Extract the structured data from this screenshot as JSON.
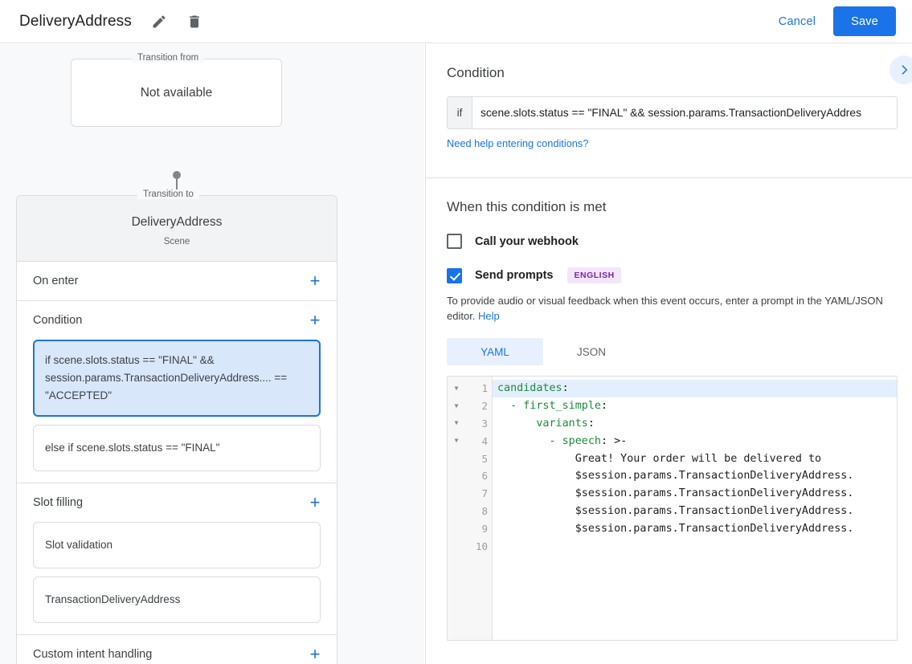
{
  "topbar": {
    "title": "DeliveryAddress",
    "edit_icon": "pencil-icon",
    "delete_icon": "trash-icon",
    "cancel_label": "Cancel",
    "save_label": "Save",
    "accent_color": "#1a73e8"
  },
  "left": {
    "transition_from": {
      "legend": "Transition from",
      "value": "Not available"
    },
    "transition_to": {
      "legend": "Transition to",
      "title": "DeliveryAddress",
      "subtitle": "Scene"
    },
    "sections": [
      {
        "title": "On enter",
        "add_label": "+",
        "items": []
      },
      {
        "title": "Condition",
        "add_label": "+",
        "items": [
          {
            "text": "if scene.slots.status == \"FINAL\" && session.params.TransactionDeliveryAddress.... == \"ACCEPTED\"",
            "selected": true
          },
          {
            "text": "else if scene.slots.status == \"FINAL\"",
            "selected": false
          }
        ]
      },
      {
        "title": "Slot filling",
        "add_label": "+",
        "items": [
          {
            "text": "Slot validation",
            "selected": false
          },
          {
            "text": "TransactionDeliveryAddress",
            "selected": false
          }
        ]
      },
      {
        "title": "Custom intent handling",
        "add_label": "+",
        "items": []
      }
    ]
  },
  "right": {
    "condition": {
      "heading": "Condition",
      "expand_icon": "chevron-right-icon",
      "if_label": "if",
      "expression": "scene.slots.status == \"FINAL\" && session.params.TransactionDeliveryAddres",
      "help_link": "Need help entering conditions?"
    },
    "when_met": {
      "heading": "When this condition is met",
      "webhook": {
        "label": "Call your webhook",
        "checked": false
      },
      "prompts": {
        "label": "Send prompts",
        "checked": true,
        "badge": "ENGLISH",
        "badge_bg": "#f3e5fb",
        "badge_fg": "#7b28a8"
      },
      "hint_before": "To provide audio or visual feedback when this event occurs, enter a prompt in the YAML/JSON editor. ",
      "hint_link": "Help"
    },
    "editor": {
      "tabs": [
        {
          "label": "YAML",
          "active": true
        },
        {
          "label": "JSON",
          "active": false
        }
      ],
      "lines": [
        {
          "n": 1,
          "fold": true,
          "highlight": true,
          "key": "candidates",
          "text": ":"
        },
        {
          "n": 2,
          "fold": true,
          "highlight": false,
          "key": "  - first_simple",
          "text": ":"
        },
        {
          "n": 3,
          "fold": true,
          "highlight": false,
          "key": "      variants",
          "text": ":"
        },
        {
          "n": 4,
          "fold": true,
          "highlight": false,
          "key": "        - speech",
          "text": ": >-"
        },
        {
          "n": 5,
          "fold": false,
          "highlight": false,
          "key": "",
          "text": "            Great! Your order will be delivered to"
        },
        {
          "n": 6,
          "fold": false,
          "highlight": false,
          "key": "",
          "text": "            $session.params.TransactionDeliveryAddress."
        },
        {
          "n": 7,
          "fold": false,
          "highlight": false,
          "key": "",
          "text": "            $session.params.TransactionDeliveryAddress."
        },
        {
          "n": 8,
          "fold": false,
          "highlight": false,
          "key": "",
          "text": "            $session.params.TransactionDeliveryAddress."
        },
        {
          "n": 9,
          "fold": false,
          "highlight": false,
          "key": "",
          "text": "            $session.params.TransactionDeliveryAddress."
        },
        {
          "n": 10,
          "fold": false,
          "highlight": false,
          "key": "",
          "text": ""
        }
      ]
    }
  }
}
